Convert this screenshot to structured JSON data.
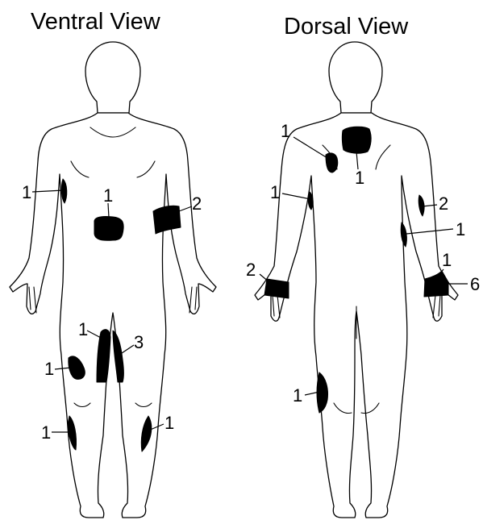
{
  "colors": {
    "lesion": "#000000",
    "outline": "#000000",
    "background": "#ffffff"
  },
  "views": {
    "ventral": {
      "title": "Ventral View",
      "labels": [
        "1",
        "1",
        "2",
        "1",
        "3",
        "1",
        "1",
        "1"
      ]
    },
    "dorsal": {
      "title": "Dorsal View",
      "labels": [
        "1",
        "1",
        "1",
        "2",
        "1",
        "2",
        "1",
        "6",
        "1"
      ]
    }
  }
}
